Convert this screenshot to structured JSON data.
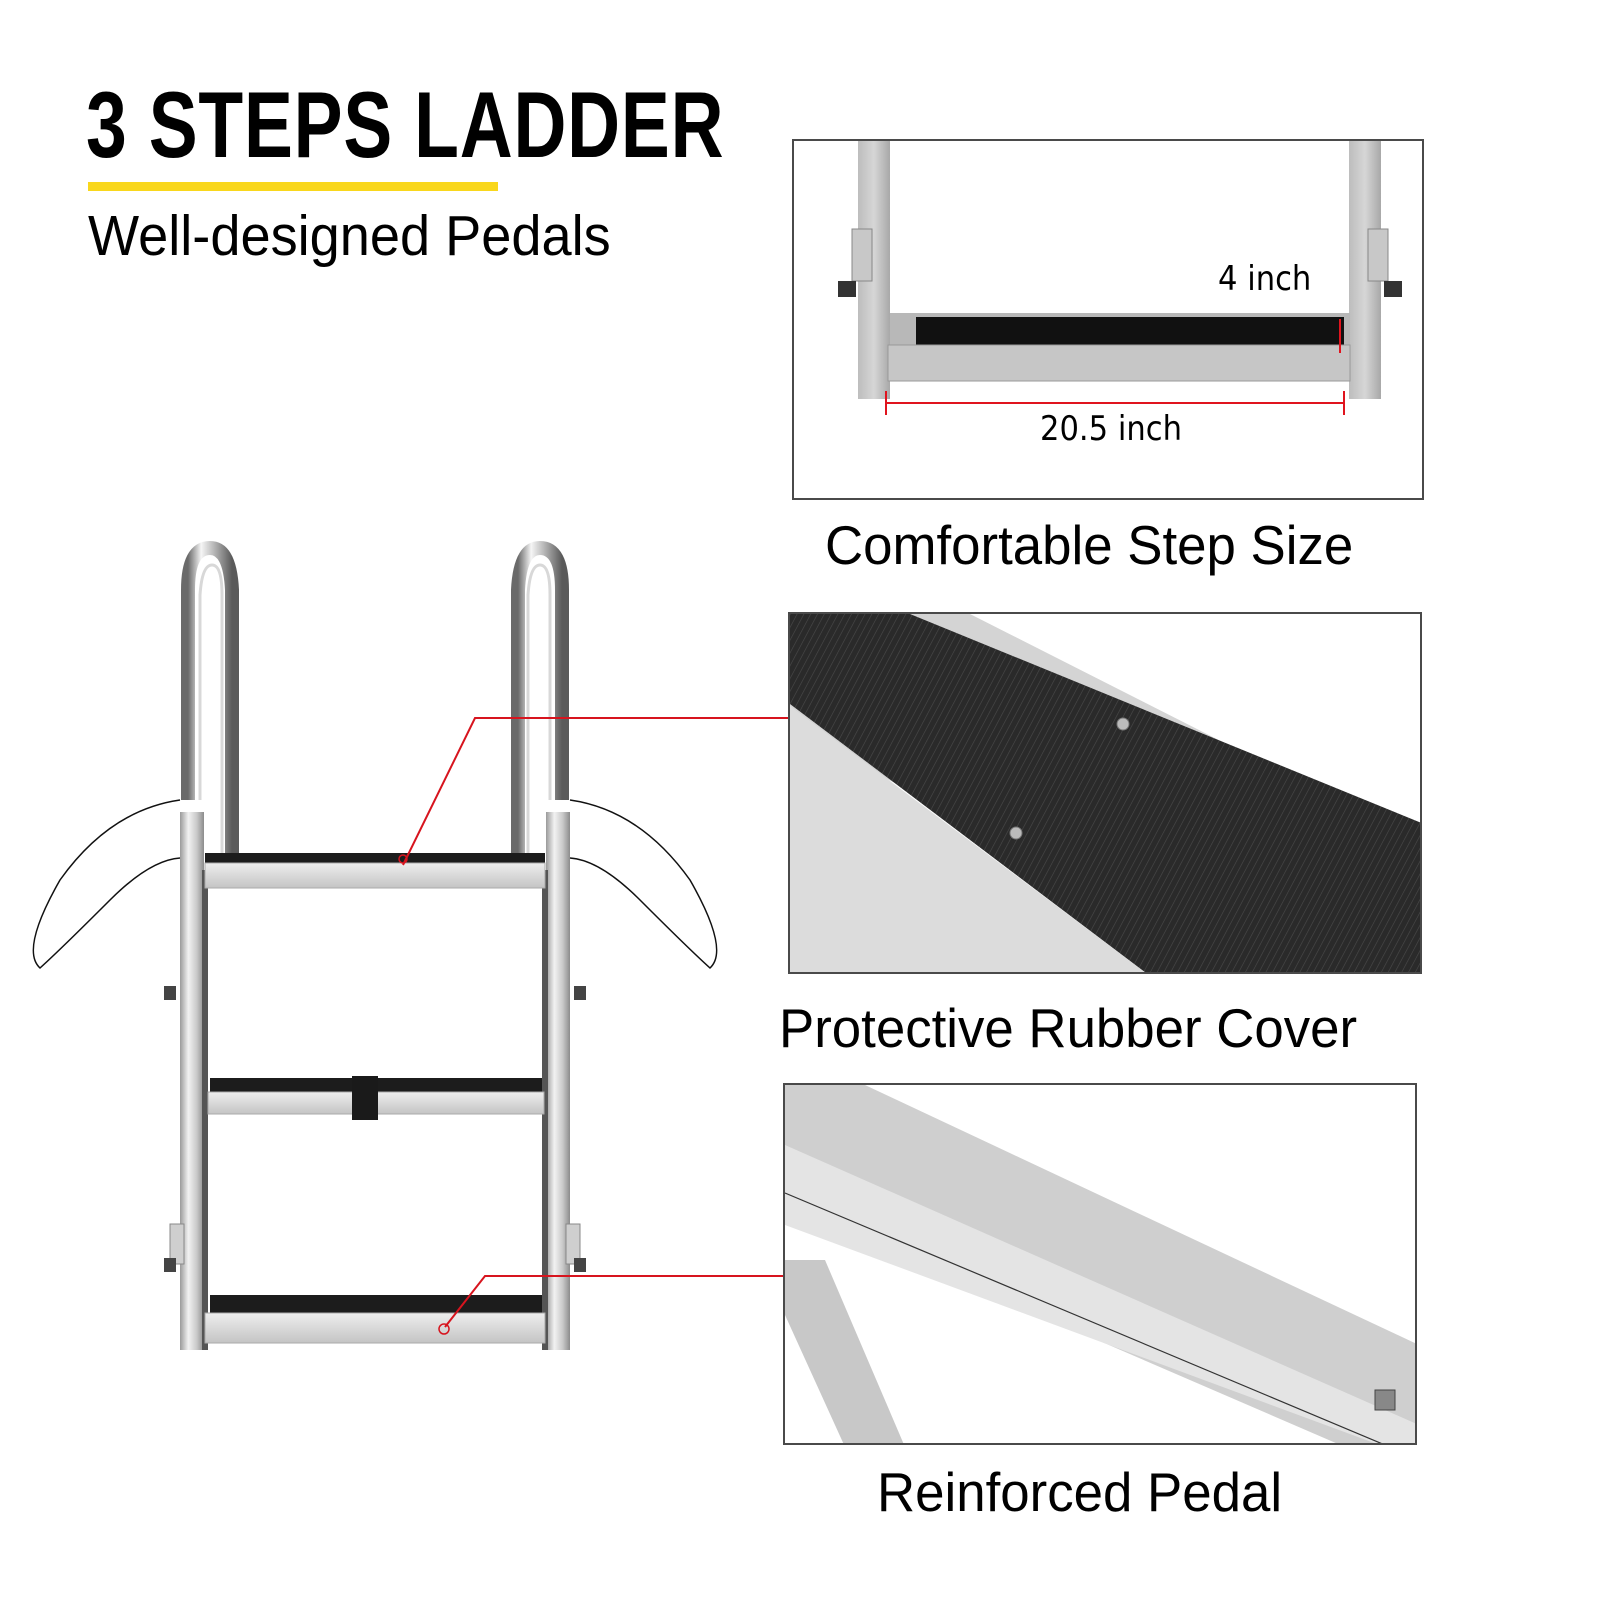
{
  "header": {
    "title": "3 STEPS LADDER",
    "subtitle": "Well-designed Pedals",
    "accent_color": "#f9d71c"
  },
  "panels": [
    {
      "caption": "Comfortable Step Size",
      "image": "ladder-step-front-dimension-view",
      "dimensions": {
        "depth_label": "4 inch",
        "width_label": "20.5 inch",
        "dimension_line_color": "#e0141e"
      }
    },
    {
      "caption": "Protective Rubber Cover",
      "image": "ribbed-rubber-tread-closeup"
    },
    {
      "caption": "Reinforced Pedal",
      "image": "pedal-underside-reinforcement-closeup"
    }
  ],
  "main_image": {
    "subject": "3-step-aluminum-dock-ladder",
    "steps": 3,
    "callout_color": "#d7141e"
  }
}
